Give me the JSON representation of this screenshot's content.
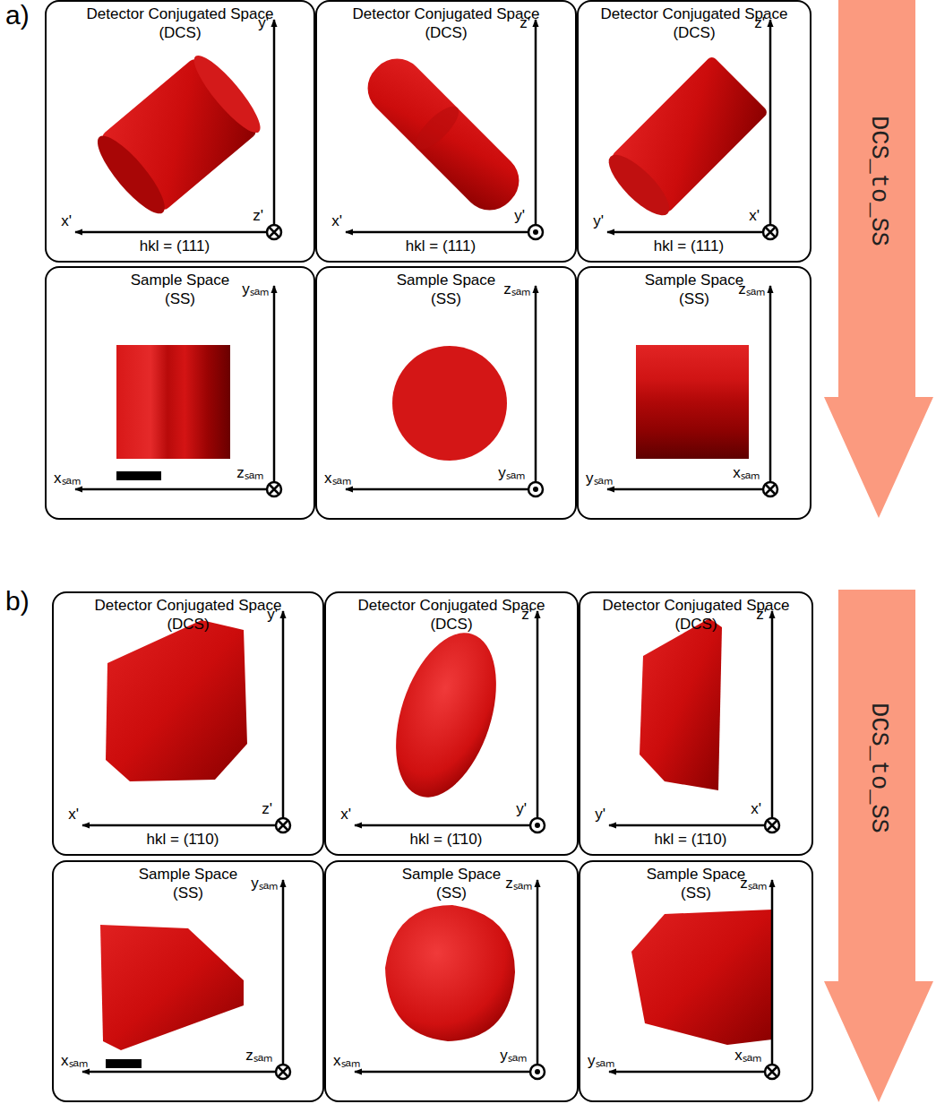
{
  "diagram": {
    "nodes": [
      {
        "text": [
          "Detector Conjugated Space (DCS)",
          "y'",
          "x'",
          "z'",
          "hkl = (111)"
        ]
      },
      {
        "text": [
          "Detector Conjugated Space (DCS)",
          "z'",
          "x'",
          "y'",
          "hkl = (111)"
        ]
      },
      {
        "text": [
          "Detector Conjugated Space (DCS)",
          "z'",
          "y'",
          "x'",
          "hkl = (111)"
        ]
      },
      {
        "text": [
          "Sample Space (SS)",
          "yₛₐₘ",
          "xₛₐₘ",
          "zₛₐₘ"
        ]
      },
      {
        "text": [
          "Sample Space (SS)",
          "zₛₐₘ",
          "xₛₐₘ",
          "yₛₐₘ"
        ]
      },
      {
        "text": [
          "Sample Space (SS)",
          "zₛₐₘ",
          "yₛₐₘ",
          "xₛₐₘ"
        ]
      },
      {
        "text": [
          "DCS_to_SS"
        ]
      },
      {
        "text": [
          "Detector Conjugated Space (DCS)",
          "y'",
          "x'",
          "z'",
          "hkl = (1̄10)"
        ]
      },
      {
        "text": [
          "Detector Conjugated Space (DCS)",
          "z'",
          "x'",
          "y'",
          "hkl = (1̄10)"
        ]
      },
      {
        "text": [
          "Detector Conjugated Space (DCS)",
          "z'",
          "y'",
          "x'",
          "hkl = (1̄10)"
        ]
      },
      {
        "text": [
          "Sample Space (SS)",
          "yₛₐₘ",
          "xₛₐₘ",
          "zₛₐₘ"
        ]
      },
      {
        "text": [
          "Sample Space (SS)",
          "zₛₐₘ",
          "xₛₐₘ",
          "yₛₐₘ"
        ]
      },
      {
        "text": [
          "Sample Space (SS)",
          "zₛₐₘ",
          "yₛₐₘ",
          "xₛₐₘ"
        ]
      },
      {
        "text": [
          "DCS_to_SS"
        ]
      }
    ],
    "labels": [
      "a)",
      "b)"
    ]
  }
}
